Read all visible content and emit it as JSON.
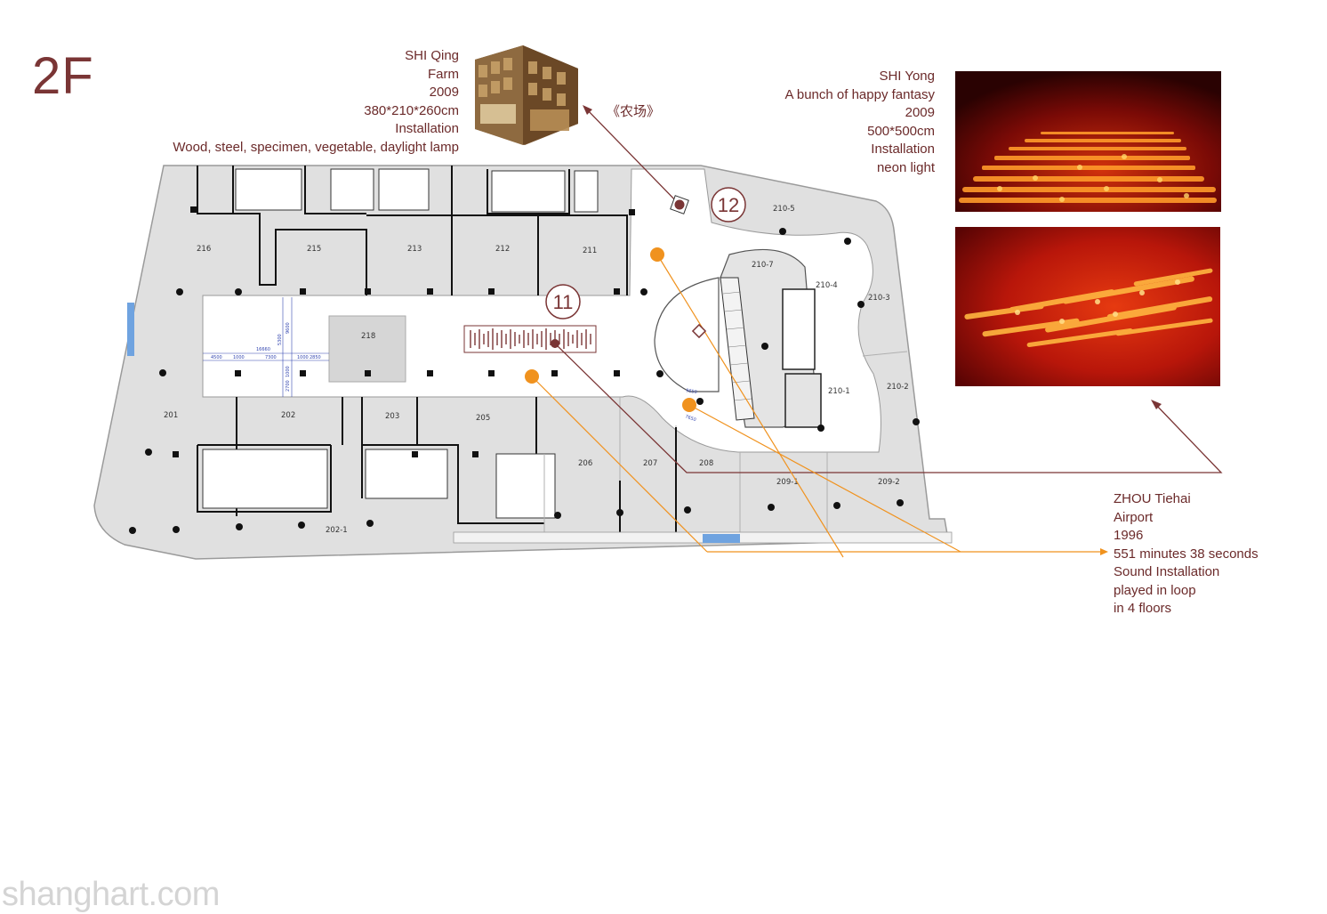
{
  "floor": "2F",
  "watermark": "shanghart.com",
  "colors": {
    "accent": "#6b2a2a",
    "marker_orange": "#f0921e",
    "floor_gray": "#e0e0e0",
    "neon_red": "#c8200a"
  },
  "artworks": [
    {
      "id": "shi-qing",
      "lines": [
        "SHI Qing",
        "Farm",
        "2009",
        "380*210*260cm",
        "Installation",
        "Wood, steel, specimen, vegetable, daylight lamp"
      ],
      "chinese_title": "《农场》",
      "image": "farm-installation-photo"
    },
    {
      "id": "shi-yong",
      "lines": [
        "SHI Yong",
        "A bunch of happy fantasy",
        "2009",
        "500*500cm",
        "Installation",
        "neon light"
      ],
      "images": [
        "neon-photo-top",
        "neon-photo-bottom"
      ]
    },
    {
      "id": "zhou-tiehai",
      "lines": [
        "ZHOU Tiehai",
        "Airport",
        "1996",
        "551 minutes 38 seconds",
        "Sound Installation",
        "played in loop",
        "in 4 floors"
      ]
    }
  ],
  "markers": [
    "11",
    "12"
  ],
  "rooms": [
    "216",
    "215",
    "213",
    "212",
    "211",
    "210-5",
    "210-7",
    "210-4",
    "210-3",
    "210-2",
    "210-1",
    "218",
    "201",
    "202",
    "203",
    "205",
    "206",
    "207",
    "208",
    "209-1",
    "209-2",
    "202-1"
  ],
  "dimensions": [
    "16660",
    "4500",
    "1000",
    "7300",
    "1000",
    "2850",
    "9600",
    "5300",
    "2700",
    "1000",
    "9650",
    "7650"
  ]
}
